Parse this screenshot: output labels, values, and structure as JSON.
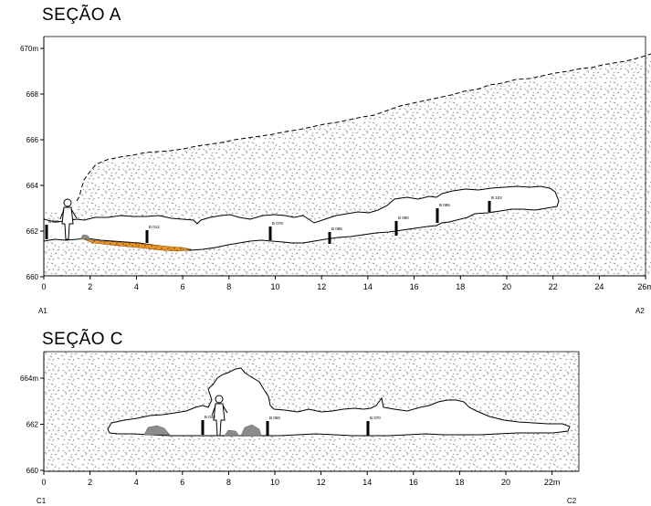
{
  "section_a": {
    "title": "SEÇÃO A",
    "y_ticks": [
      "670m",
      "668",
      "666",
      "664",
      "662",
      "660"
    ],
    "x_ticks": [
      "0",
      "2",
      "4",
      "6",
      "8",
      "10",
      "12",
      "14",
      "16",
      "18",
      "20",
      "22",
      "24",
      "26m"
    ],
    "start_label": "A1",
    "end_label": "A2",
    "stations": [
      "B 006",
      "B 012",
      "B 078",
      "B 085",
      "B 090",
      "B 096",
      "B 102"
    ]
  },
  "section_c": {
    "title": "SEÇÃO C",
    "y_ticks": [
      "664m",
      "662",
      "660"
    ],
    "x_ticks": [
      "0",
      "2",
      "4",
      "6",
      "8",
      "10",
      "12",
      "14",
      "16",
      "18",
      "20",
      "22m"
    ],
    "start_label": "C1",
    "end_label": "C2",
    "stations": [
      "B 048",
      "B 058",
      "B 070"
    ]
  },
  "colors": {
    "rock_texture": "#8a8a8a",
    "sediment_orange": "#e8952a",
    "boulder_gray": "#8c8c8c",
    "line": "#000000"
  }
}
